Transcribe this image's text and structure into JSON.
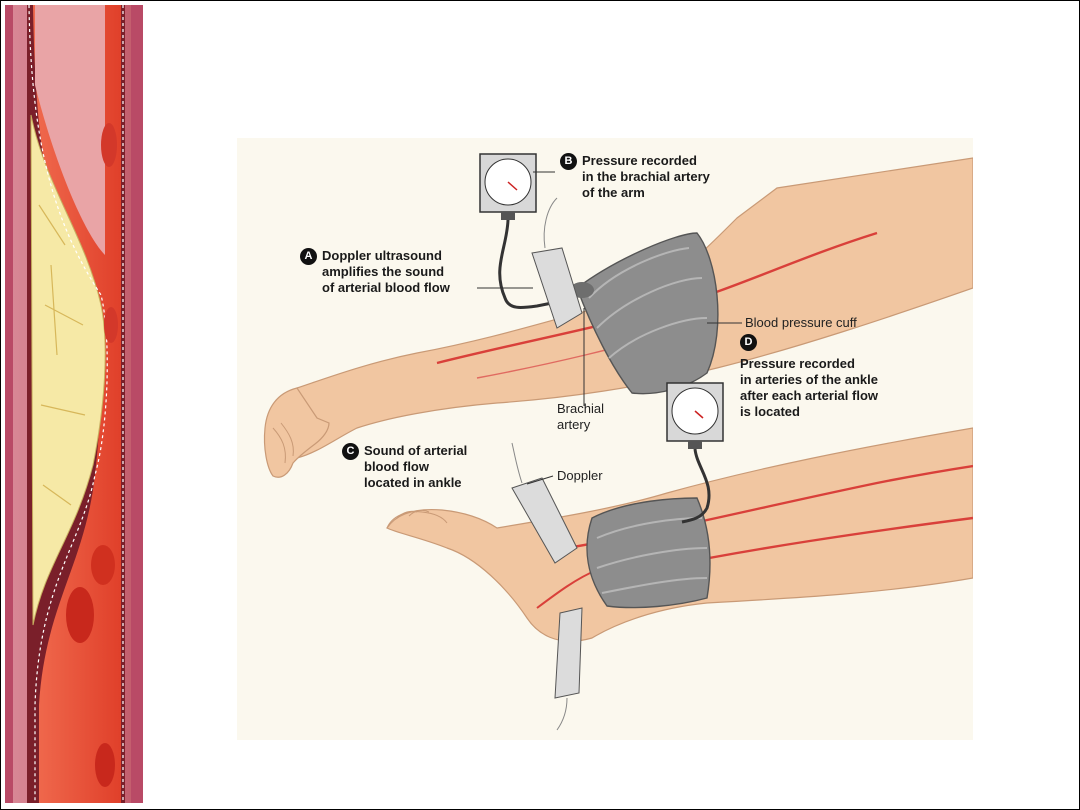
{
  "diagram": {
    "callouts": [
      {
        "letter": "A",
        "lines": [
          "Doppler ultrasound",
          "amplifies the sound",
          "of arterial blood flow"
        ]
      },
      {
        "letter": "B",
        "lines": [
          "Pressure recorded",
          "in the brachial artery",
          "of the arm"
        ]
      },
      {
        "letter": "C",
        "lines": [
          "Sound of arterial",
          "blood flow",
          "located in ankle"
        ]
      },
      {
        "letter": "D",
        "lines": [
          "Pressure recorded",
          "in arteries of the ankle",
          "after each arterial flow",
          "is located"
        ]
      }
    ],
    "labels": {
      "cuff": "Blood pressure cuff",
      "brachial_artery": [
        "Brachial",
        "artery"
      ],
      "doppler": "Doppler"
    }
  },
  "colors": {
    "skin": "#f1c6a1",
    "artery": "#d9403a",
    "plaque": "#f4e6a0",
    "cuff": "#8a8a8a",
    "background": "#fbf8ee"
  }
}
